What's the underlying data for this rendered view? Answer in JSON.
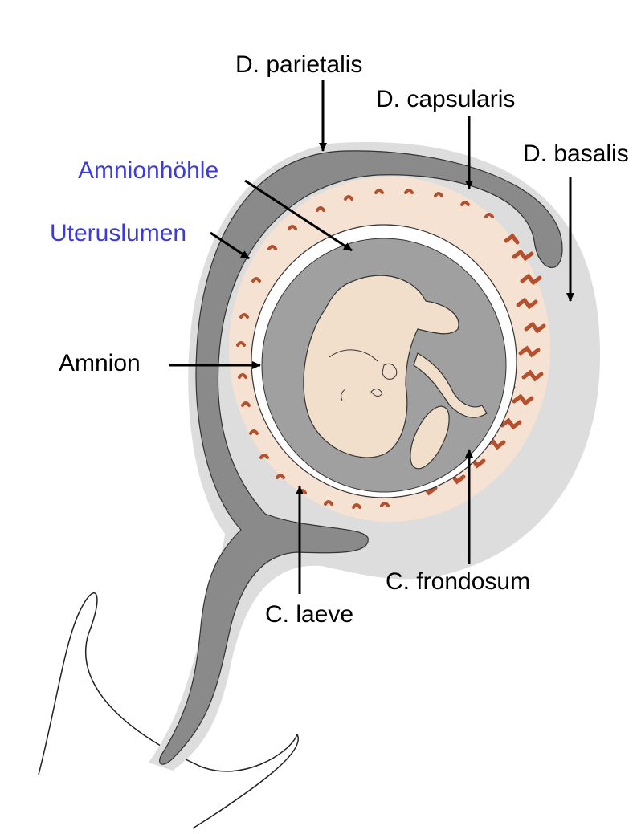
{
  "labels": {
    "parietalis": "D. parietalis",
    "capsularis": "D. capsularis",
    "basalis": "D. basalis",
    "amnionhoehle": "Amnionhöhle",
    "uteruslumen": "Uteruslumen",
    "amnion": "Amnion",
    "laeve": "C. laeve",
    "frondosum": "C. frondosum"
  },
  "colors": {
    "label_black": "#000000",
    "label_blue": "#3b3bdc",
    "decidua_light": "#dddddd",
    "uterine_lumen": "#8a8a8a",
    "amnion_cavity": "#a0a0a0",
    "chorion": "#f6e2d2",
    "chorion_villi": "#b5502e",
    "embryo": "#f2dfcb",
    "outline": "#333333"
  }
}
